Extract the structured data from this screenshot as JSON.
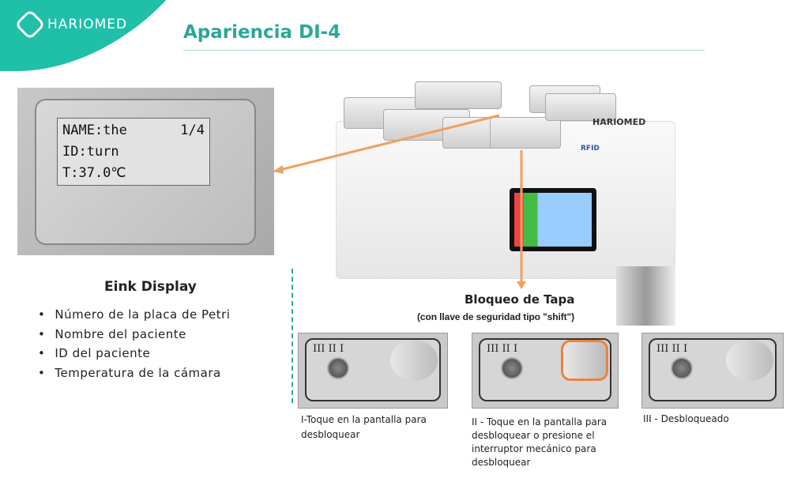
{
  "brand": {
    "name": "HARIOMED"
  },
  "title": "Apariencia DI-4",
  "eink": {
    "name_line": "NAME:the",
    "page": "1/4",
    "id_line": "ID:turn",
    "temp_line": "T:37.0℃",
    "heading": "Eink Display",
    "items": [
      "Número de la placa de Petri",
      "Nombre del paciente",
      "ID del paciente",
      "Temperatura de la cámara"
    ]
  },
  "device": {
    "brand": "HARIOMED",
    "rfid": "RFID"
  },
  "lock": {
    "heading": "Bloqueo de Tapa",
    "subheading": "(con llave de seguridad tipo \"shift\")",
    "roman": "III  II  I",
    "states": [
      {
        "caption": "I-Toque en la pantalla para desbloquear"
      },
      {
        "caption": "II - Toque en la pantalla para desbloquear o presione el interruptor mecánico para desbloquear"
      },
      {
        "caption": "III - Desbloqueado"
      }
    ]
  },
  "colors": {
    "accent": "#1fbfa8",
    "arrow": "#f0a060"
  }
}
